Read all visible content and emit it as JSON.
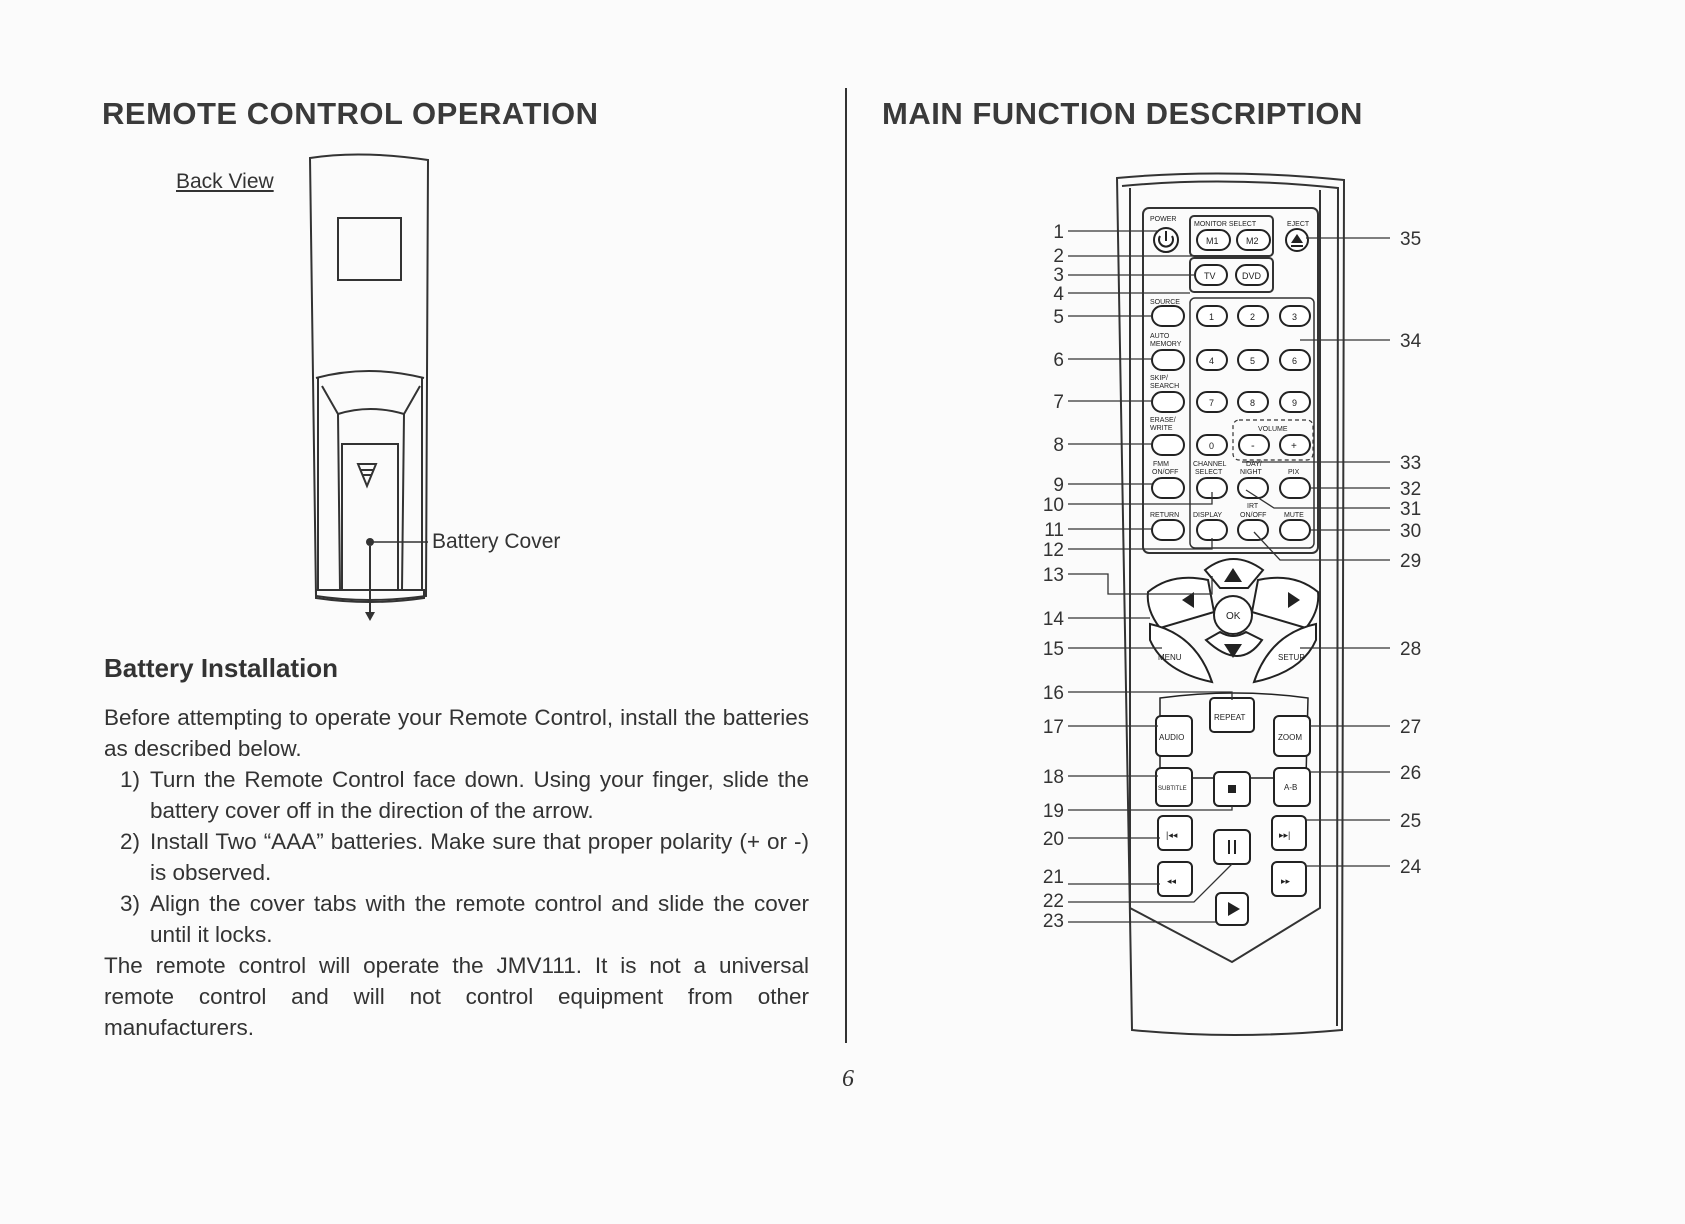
{
  "left_page": {
    "title": "REMOTE CONTROL OPERATION",
    "back_view_label": "Back View",
    "battery_cover_label": "Battery Cover",
    "battery_heading": "Battery Installation",
    "intro": "Before attempting to operate your Remote Control, install the batteries as described below.",
    "steps": [
      {
        "num": "1)",
        "text": "Turn the Remote Control face down. Using your finger, slide the battery cover off in the direction of the arrow."
      },
      {
        "num": "2)",
        "text": "Install Two “AAA” batteries. Make sure that proper polarity (+ or -) is observed."
      },
      {
        "num": "3)",
        "text": "Align the cover tabs with the remote control and slide the cover until it locks."
      }
    ],
    "closing": "The remote control will operate the JMV111. It is not a universal remote control and will not control equipment from other manufacturers."
  },
  "right_page": {
    "title": "MAIN FUNCTION DESCRIPTION",
    "callouts_left": [
      "1",
      "2",
      "3",
      "4",
      "5",
      "6",
      "7",
      "8",
      "9",
      "10",
      "11",
      "12",
      "13",
      "14",
      "15",
      "16",
      "17",
      "18",
      "19",
      "20",
      "21",
      "22",
      "23"
    ],
    "callouts_right": [
      "35",
      "34",
      "33",
      "32",
      "31",
      "30",
      "29",
      "28",
      "27",
      "26",
      "25",
      "24"
    ],
    "remote_labels": {
      "power": "POWER",
      "monitor_select": "MONITOR SELECT",
      "eject": "EJECT",
      "m1": "M1",
      "m2": "M2",
      "tv": "TV",
      "dvd": "DVD",
      "source": "SOURCE",
      "auto_memory_1": "AUTO",
      "auto_memory_2": "MEMORY",
      "skip_search_1": "SKIP/",
      "skip_search_2": "SEARCH",
      "erase_write_1": "ERASE/",
      "erase_write_2": "WRITE",
      "fmm_1": "FMM",
      "fmm_2": "ON/OFF",
      "channel_1": "CHANNEL",
      "channel_2": "SELECT",
      "day_night_1": "DAY/",
      "day_night_2": "NIGHT",
      "pix": "PIX",
      "irt": "IRT",
      "irt_onoff": "ON/OFF",
      "return": "RETURN",
      "display": "DISPLAY",
      "mute": "MUTE",
      "volume": "VOLUME",
      "vol_minus": "-",
      "vol_plus": "+",
      "num_1": "1",
      "num_2": "2",
      "num_3": "3",
      "num_4": "4",
      "num_5": "5",
      "num_6": "6",
      "num_7": "7",
      "num_8": "8",
      "num_9": "9",
      "num_0": "0",
      "ok": "OK",
      "menu": "MENU",
      "setup": "SETUP",
      "repeat": "REPEAT",
      "audio": "AUDIO",
      "zoom": "ZOOM",
      "subtitle": "SUBTITLE",
      "ab": "A-B"
    }
  },
  "page_number": "6"
}
